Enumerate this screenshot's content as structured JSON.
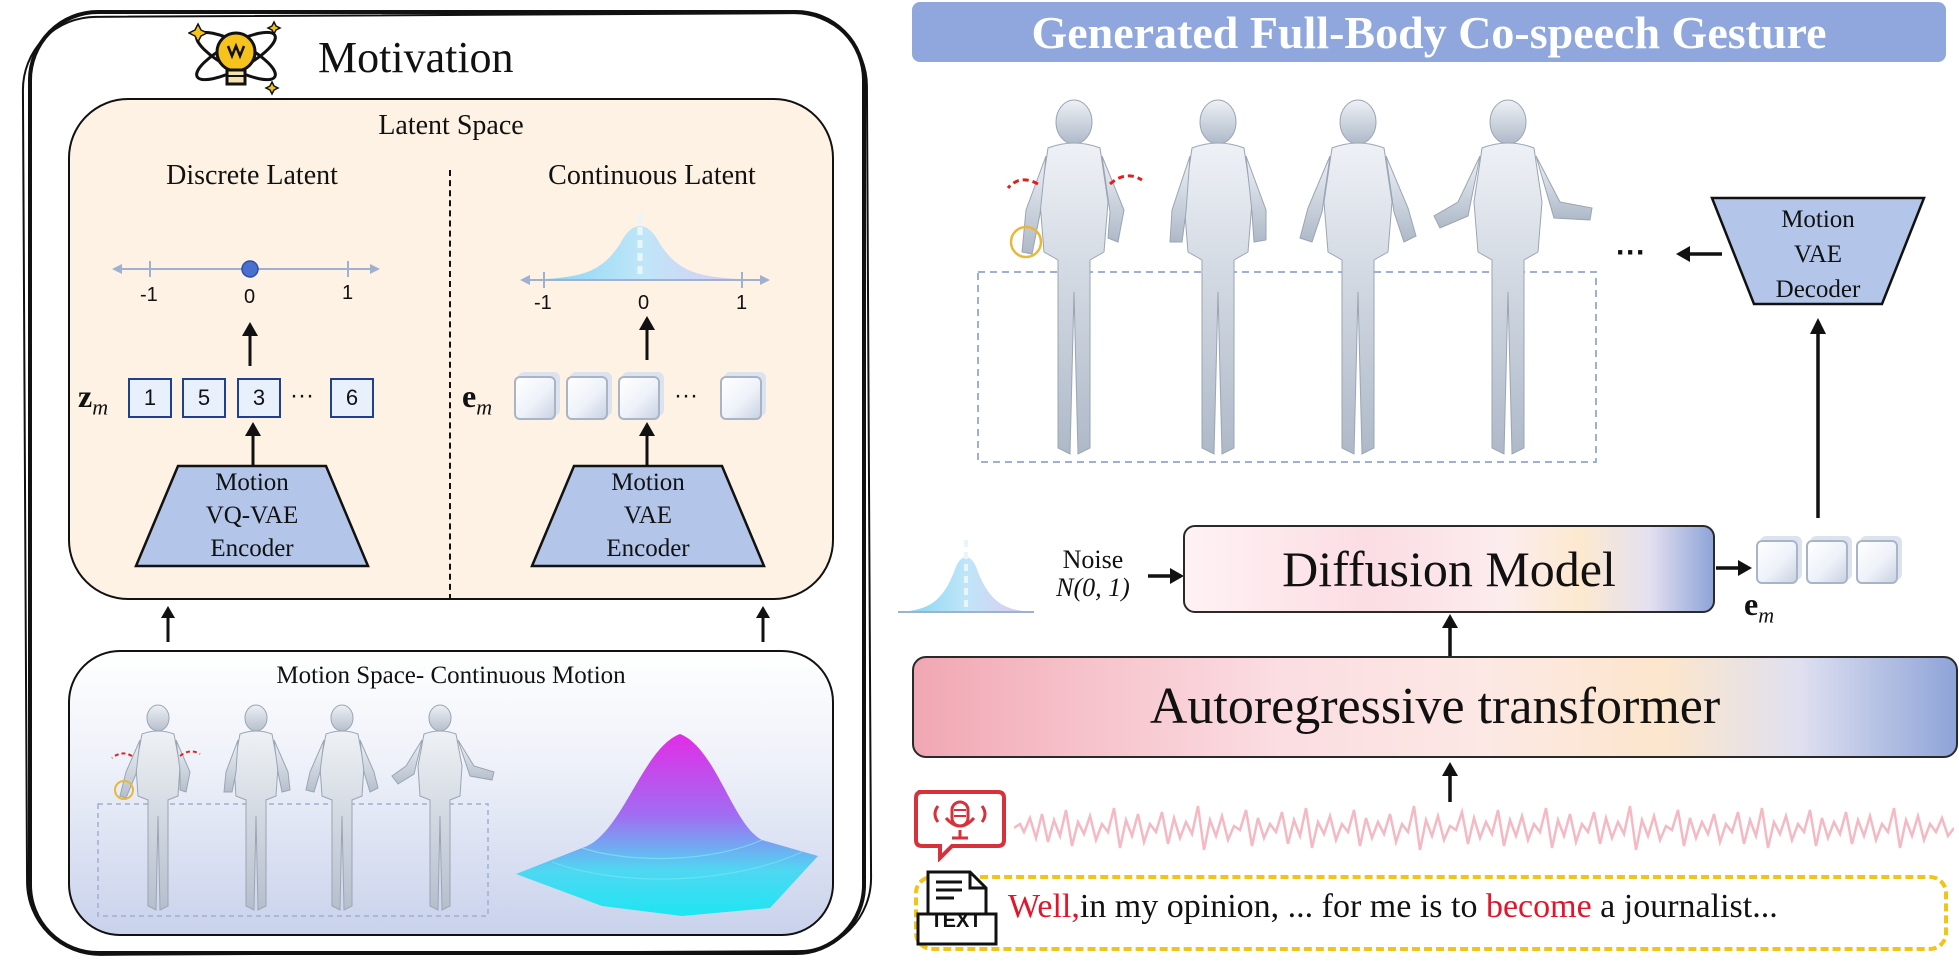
{
  "motivation": {
    "title": "Motivation",
    "icon": "lightbulb-idea-icon",
    "latent_space": {
      "title": "Latent Space",
      "discrete": {
        "title": "Discrete Latent",
        "axis_ticks": [
          "-1",
          "0",
          "1"
        ],
        "token_variable": "z",
        "token_subscript": "m",
        "tokens": [
          "1",
          "5",
          "3",
          "6"
        ],
        "ellipsis": "···",
        "encoder_lines": [
          "Motion",
          "VQ-VAE",
          "Encoder"
        ]
      },
      "continuous": {
        "title": "Continuous Latent",
        "axis_ticks": [
          "-1",
          "0",
          "1"
        ],
        "token_variable": "e",
        "token_subscript": "m",
        "ellipsis": "···",
        "encoder_lines": [
          "Motion",
          "VAE",
          "Encoder"
        ]
      }
    },
    "motion_space": {
      "title": "Motion Space- Continuous Motion"
    }
  },
  "pipeline": {
    "banner": "Generated Full-Body Co-speech Gesture",
    "ellipsis": "···",
    "decoder_lines": [
      "Motion",
      "VAE",
      "Decoder"
    ],
    "diffusion_label": "Diffusion Model",
    "noise_label": "Noise",
    "noise_formula": "N(0, 1)",
    "latent_variable": "e",
    "latent_subscript": "m",
    "transformer_label": "Autoregressive transformer",
    "text_icon_label": "TEXT",
    "sentence": {
      "part1": "Well,",
      "part2": "in my opinion, ... for me is to ",
      "part3": "become",
      "part4": " a journalist..."
    }
  },
  "colors": {
    "banner": "#8fa7dd",
    "trapezoid": "#b3c6ea",
    "latent_panel": "#fdf2e3",
    "highlight_red": "#e4142a",
    "text_box_border": "#f0c419",
    "token_border": "#1f3f8f"
  }
}
